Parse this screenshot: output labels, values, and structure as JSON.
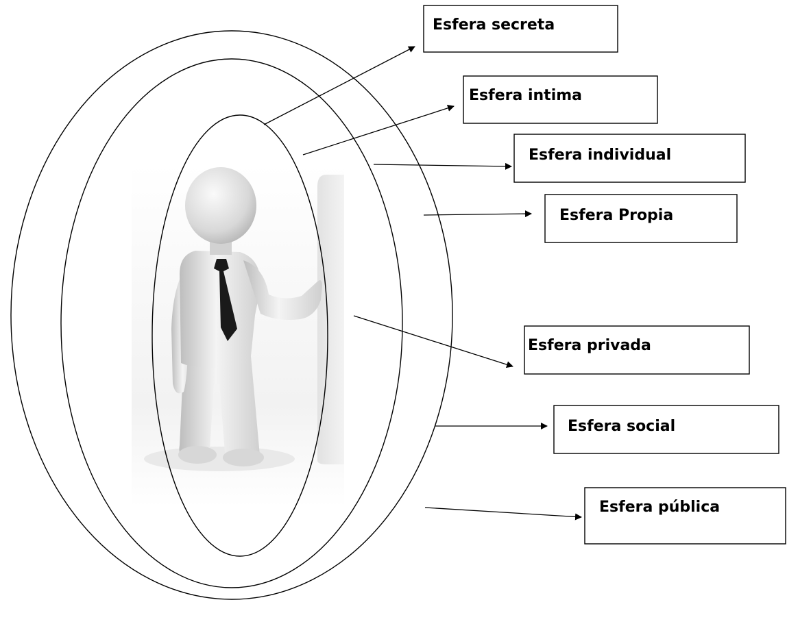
{
  "labels": {
    "secreta": "Esfera secreta",
    "intima": "Esfera intima",
    "individual": "Esfera individual",
    "propia": "Esfera Propia",
    "privada": "Esfera privada",
    "social": "Esfera social",
    "publica": "Esfera pública"
  },
  "colors": {
    "stroke": "#000000",
    "background": "#ffffff",
    "figure": "#e6e6e6",
    "tie": "#1a1a1a"
  },
  "figure": {
    "icon": "businessman-figure-icon"
  }
}
